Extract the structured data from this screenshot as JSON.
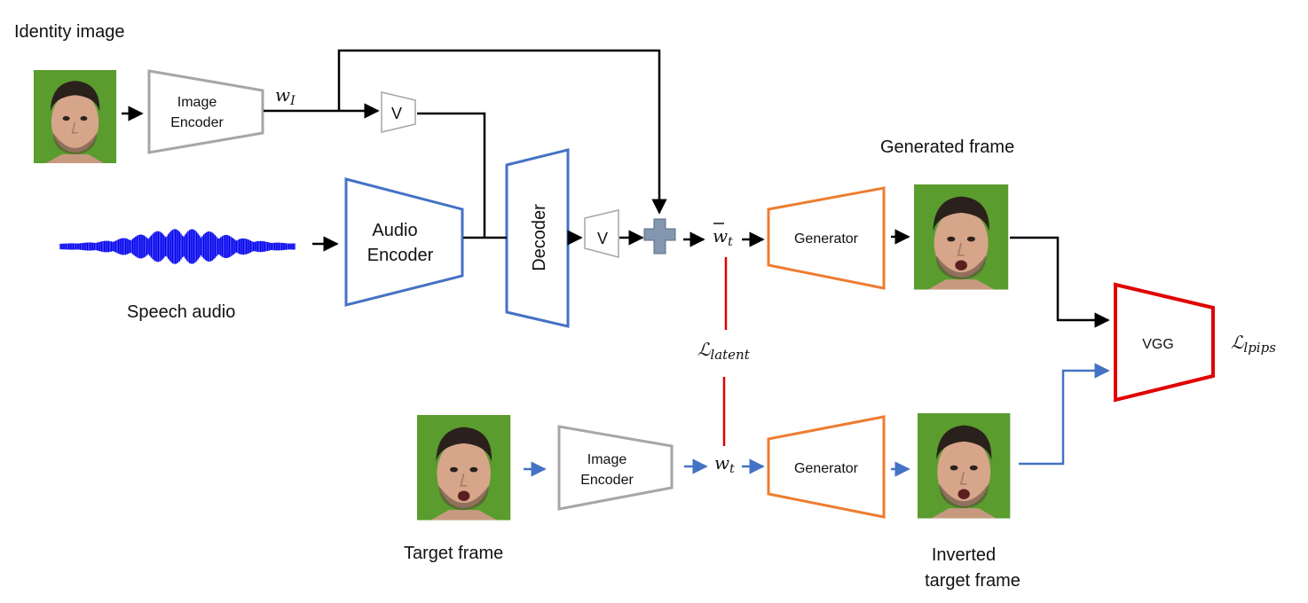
{
  "labels": {
    "identity_image": "Identity image",
    "speech_audio": "Speech audio",
    "generated_frame": "Generated frame",
    "target_frame": "Target frame",
    "inverted_line1": "Inverted",
    "inverted_line2": "target frame"
  },
  "blocks": {
    "image_encoder_top": {
      "line1": "Image",
      "line2": "Encoder"
    },
    "image_encoder_bottom": {
      "line1": "Image",
      "line2": "Encoder"
    },
    "audio_encoder": {
      "line1": "Audio",
      "line2": "Encoder"
    },
    "decoder": "Decoder",
    "v_top": "V",
    "v_mid": "V",
    "generator_top": "Generator",
    "generator_bottom": "Generator",
    "vgg": "VGG"
  },
  "math": {
    "w_I": {
      "base": "w",
      "sub": "I"
    },
    "w_bar_t": {
      "base": "w",
      "sub": "t"
    },
    "w_t": {
      "base": "w",
      "sub": "t"
    },
    "L_latent": {
      "base": "ℒ",
      "sub": "latent"
    },
    "L_lpips": {
      "base": "ℒ",
      "sub": "lpips"
    }
  },
  "colors": {
    "gray_block": "#a6a6a6",
    "blue_block": "#4472c4",
    "orange_block": "#ed7d31",
    "red_block": "#e00000",
    "blue_arrow": "#4472c4",
    "audio_wave": "#0000ee",
    "face_background": "#5a9c2e"
  }
}
